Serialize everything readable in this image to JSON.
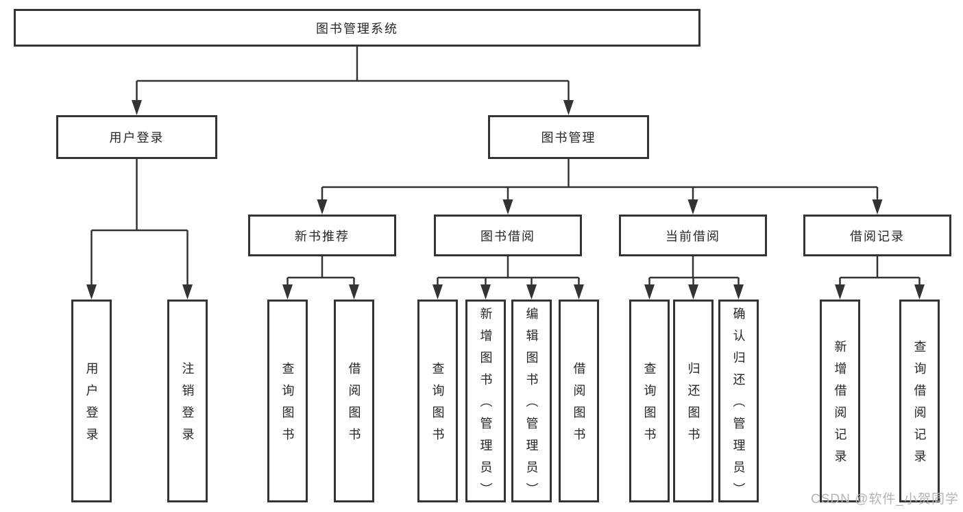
{
  "diagram": {
    "root": {
      "label": "图书管理系统"
    },
    "branches": {
      "user_login": {
        "label": "用户登录",
        "children": [
          "用户登录",
          "注销登录"
        ]
      },
      "book_management": {
        "label": "图书管理",
        "children": {
          "new_book_recommend": {
            "label": "新书推荐",
            "children": [
              "查询图书",
              "借阅图书"
            ]
          },
          "book_borrow": {
            "label": "图书借阅",
            "children": [
              "查询图书",
              "新增图书（管理员）",
              "编辑图书（管理员）",
              "借阅图书"
            ]
          },
          "current_borrow": {
            "label": "当前借阅",
            "children": [
              "查询图书",
              "归还图书",
              "确认归还（管理员）"
            ]
          },
          "borrow_records": {
            "label": "借阅记录",
            "children": [
              "新增借阅记录",
              "查询借阅记录"
            ]
          }
        }
      }
    }
  },
  "watermark": {
    "text": "CSDN @软件_小贺同学"
  },
  "colors": {
    "line": "#333333",
    "box_border": "#333333",
    "box_fill": "#ffffff",
    "text": "#262626",
    "watermark": "#b4b4b4",
    "background": "#ffffff"
  }
}
